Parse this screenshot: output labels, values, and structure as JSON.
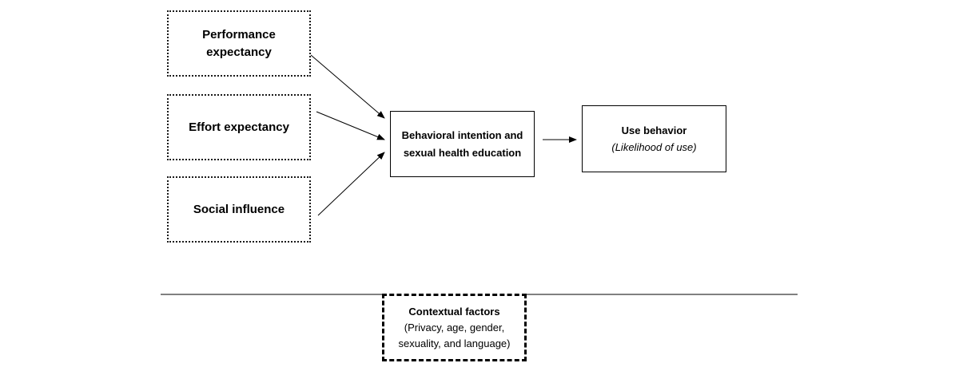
{
  "constructs": {
    "performance_expectancy": {
      "line1": "Performance",
      "line2": "expectancy"
    },
    "effort_expectancy": {
      "label": "Effort expectancy"
    },
    "social_influence": {
      "label": "Social influence"
    }
  },
  "intention": {
    "line1": "Behavioral intention and",
    "line2": "sexual health education"
  },
  "use_behavior": {
    "title": "Use behavior",
    "subtitle": "(Likelihood of use)"
  },
  "contextual": {
    "title": "Contextual factors",
    "line1": "(Privacy, age, gender,",
    "line2": "sexuality, and language)"
  },
  "colors": {
    "stroke": "#000000",
    "background": "#ffffff"
  }
}
